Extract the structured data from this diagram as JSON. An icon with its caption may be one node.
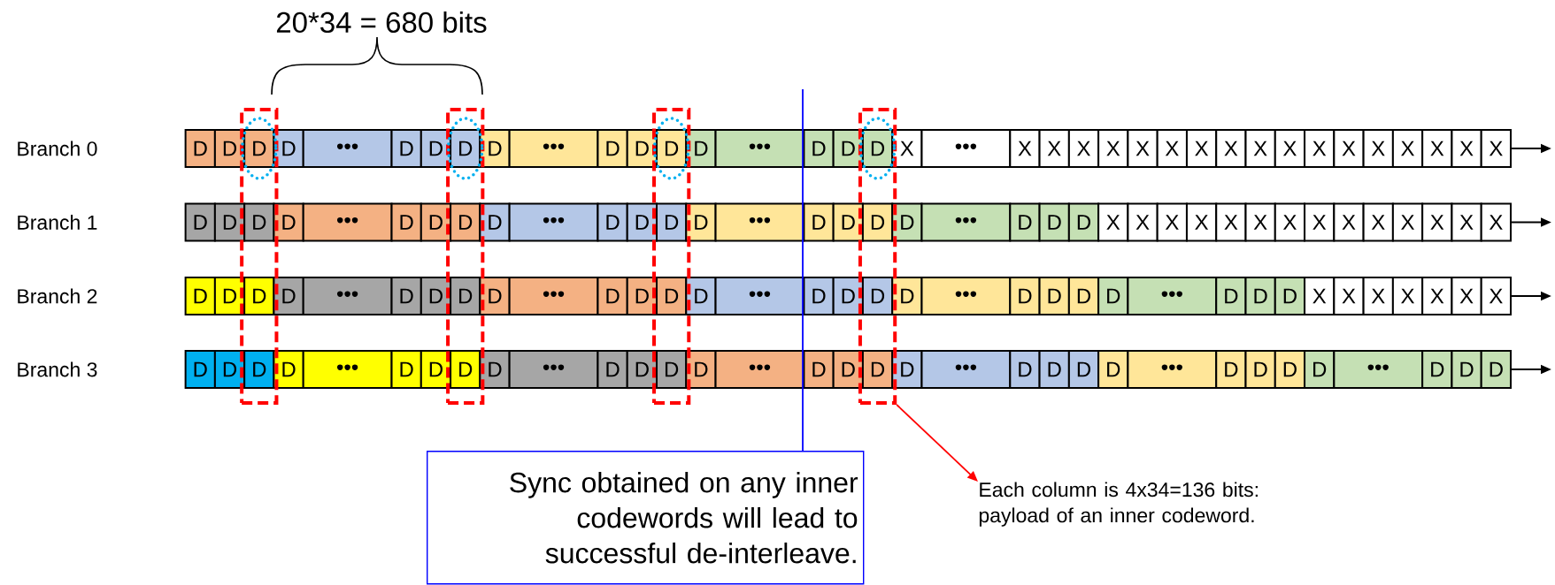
{
  "diagram": {
    "nodes": [
      {
        "text": [],
        "shape": "box"
      },
      {
        "text": [],
        "shape": "box"
      },
      {
        "text": [],
        "shape": "box"
      },
      {
        "text": [],
        "shape": "box"
      },
      {
        "text": [
          "D"
        ]
      },
      {
        "text": [
          "D"
        ]
      },
      {
        "text": [
          "D"
        ],
        "in": 0
      },
      {
        "text": [
          "D"
        ]
      },
      {
        "text": [
          "•••"
        ]
      },
      {
        "text": [
          "D"
        ]
      },
      {
        "text": [
          "D"
        ]
      },
      {
        "text": [
          "D"
        ],
        "in": 1
      },
      {
        "text": [
          "D"
        ]
      },
      {
        "text": [
          "•••"
        ]
      },
      {
        "text": [
          "D"
        ]
      },
      {
        "text": [
          "D"
        ]
      },
      {
        "text": [
          "D"
        ],
        "in": 2
      },
      {
        "text": [
          "D"
        ]
      },
      {
        "text": [
          "•••"
        ]
      },
      {
        "text": [
          "D"
        ]
      },
      {
        "text": [
          "D"
        ]
      },
      {
        "text": [
          "D"
        ],
        "in": 3
      },
      {
        "text": [
          "X"
        ]
      },
      {
        "text": [
          "•••"
        ]
      },
      {
        "text": [
          "X"
        ]
      },
      {
        "text": [
          "X"
        ]
      },
      {
        "text": [
          "X"
        ]
      },
      {
        "text": [
          "X"
        ]
      },
      {
        "text": [
          "X"
        ]
      },
      {
        "text": [
          "X"
        ]
      },
      {
        "text": [
          "X"
        ]
      },
      {
        "text": [
          "X"
        ]
      },
      {
        "text": [
          "X"
        ]
      },
      {
        "text": [
          "X"
        ]
      },
      {
        "text": [
          "X"
        ]
      },
      {
        "text": [
          "X"
        ]
      },
      {
        "text": [
          "X"
        ]
      },
      {
        "text": [
          "X"
        ]
      },
      {
        "text": [
          "X"
        ]
      },
      {
        "text": [
          "X"
        ]
      },
      {
        "text": [
          "X"
        ]
      },
      {
        "text": [
          "D"
        ]
      },
      {
        "text": [
          "D"
        ]
      },
      {
        "text": [
          "D"
        ],
        "in": 0
      },
      {
        "text": [
          "D"
        ]
      },
      {
        "text": [
          "•••"
        ]
      },
      {
        "text": [
          "D"
        ]
      },
      {
        "text": [
          "D"
        ]
      },
      {
        "text": [
          "D"
        ],
        "in": 1
      },
      {
        "text": [
          "D"
        ]
      },
      {
        "text": [
          "•••"
        ]
      },
      {
        "text": [
          "D"
        ]
      },
      {
        "text": [
          "D"
        ]
      },
      {
        "text": [
          "D"
        ],
        "in": 2
      },
      {
        "text": [
          "D"
        ]
      },
      {
        "text": [
          "•••"
        ]
      },
      {
        "text": [
          "D"
        ]
      },
      {
        "text": [
          "D"
        ]
      },
      {
        "text": [
          "D"
        ],
        "in": 3
      },
      {
        "text": [
          "D"
        ]
      },
      {
        "text": [
          "•••"
        ]
      },
      {
        "text": [
          "D"
        ]
      },
      {
        "text": [
          "D"
        ]
      },
      {
        "text": [
          "D"
        ]
      },
      {
        "text": [
          "X"
        ]
      },
      {
        "text": [
          "X"
        ]
      },
      {
        "text": [
          "X"
        ]
      },
      {
        "text": [
          "X"
        ]
      },
      {
        "text": [
          "X"
        ]
      },
      {
        "text": [
          "X"
        ]
      },
      {
        "text": [
          "X"
        ]
      },
      {
        "text": [
          "X"
        ]
      },
      {
        "text": [
          "X"
        ]
      },
      {
        "text": [
          "X"
        ]
      },
      {
        "text": [
          "X"
        ]
      },
      {
        "text": [
          "X"
        ]
      },
      {
        "text": [
          "X"
        ]
      },
      {
        "text": [
          "X"
        ]
      },
      {
        "text": [
          "D"
        ]
      },
      {
        "text": [
          "D"
        ]
      },
      {
        "text": [
          "D"
        ],
        "in": 0
      },
      {
        "text": [
          "D"
        ]
      },
      {
        "text": [
          "•••"
        ]
      },
      {
        "text": [
          "D"
        ]
      },
      {
        "text": [
          "D"
        ]
      },
      {
        "text": [
          "D"
        ],
        "in": 1
      },
      {
        "text": [
          "D"
        ]
      },
      {
        "text": [
          "•••"
        ]
      },
      {
        "text": [
          "D"
        ]
      },
      {
        "text": [
          "D"
        ]
      },
      {
        "text": [
          "D"
        ],
        "in": 2
      },
      {
        "text": [
          "D"
        ]
      },
      {
        "text": [
          "•••"
        ]
      },
      {
        "text": [
          "D"
        ]
      },
      {
        "text": [
          "D"
        ]
      },
      {
        "text": [
          "D"
        ],
        "in": 3
      },
      {
        "text": [
          "D"
        ]
      },
      {
        "text": [
          "•••"
        ]
      },
      {
        "text": [
          "D"
        ]
      },
      {
        "text": [
          "D"
        ]
      },
      {
        "text": [
          "D"
        ]
      },
      {
        "text": [
          "D"
        ]
      },
      {
        "text": [
          "•••"
        ]
      },
      {
        "text": [
          "D"
        ]
      },
      {
        "text": [
          "D"
        ]
      },
      {
        "text": [
          "D"
        ]
      },
      {
        "text": [
          "X"
        ]
      },
      {
        "text": [
          "X"
        ]
      },
      {
        "text": [
          "X"
        ]
      },
      {
        "text": [
          "X"
        ]
      },
      {
        "text": [
          "X"
        ]
      },
      {
        "text": [
          "X"
        ]
      },
      {
        "text": [
          "X"
        ]
      },
      {
        "text": [
          "D"
        ]
      },
      {
        "text": [
          "D"
        ]
      },
      {
        "text": [
          "D"
        ],
        "in": 0
      },
      {
        "text": [
          "D"
        ]
      },
      {
        "text": [
          "•••"
        ]
      },
      {
        "text": [
          "D"
        ]
      },
      {
        "text": [
          "D"
        ]
      },
      {
        "text": [
          "D"
        ],
        "in": 1
      },
      {
        "text": [
          "D"
        ]
      },
      {
        "text": [
          "•••"
        ]
      },
      {
        "text": [
          "D"
        ]
      },
      {
        "text": [
          "D"
        ]
      },
      {
        "text": [
          "D"
        ],
        "in": 2
      },
      {
        "text": [
          "D"
        ]
      },
      {
        "text": [
          "•••"
        ]
      },
      {
        "text": [
          "D"
        ]
      },
      {
        "text": [
          "D"
        ]
      },
      {
        "text": [
          "D"
        ],
        "in": 3
      },
      {
        "text": [
          "D"
        ]
      },
      {
        "text": [
          "•••"
        ]
      },
      {
        "text": [
          "D"
        ]
      },
      {
        "text": [
          "D"
        ]
      },
      {
        "text": [
          "D"
        ]
      },
      {
        "text": [
          "D"
        ]
      },
      {
        "text": [
          "•••"
        ]
      },
      {
        "text": [
          "D"
        ]
      },
      {
        "text": [
          "D"
        ]
      },
      {
        "text": [
          "D"
        ]
      },
      {
        "text": [
          "D"
        ]
      },
      {
        "text": [
          "•••"
        ]
      },
      {
        "text": [
          "D"
        ]
      },
      {
        "text": [
          "D"
        ]
      },
      {
        "text": [
          "D"
        ]
      },
      {
        "text": [
          "Sync obtained on any inner codewords will lead to successful de-interleave."
        ]
      },
      {
        "text": [
          "Each column is 4x34=136 bits: payload of an inner codeword."
        ]
      }
    ],
    "edges": [
      {
        "from": 40,
        "to": null,
        "arrow": "to"
      },
      {
        "from": 77,
        "to": null,
        "arrow": "to"
      },
      {
        "from": 112,
        "to": null,
        "arrow": "to"
      },
      {
        "from": 145,
        "to": null,
        "arrow": "to"
      },
      {
        "from": 3,
        "to": 147,
        "arrow": "to",
        "color": "#ff0000"
      },
      {
        "from": 146,
        "to": null,
        "arrow": "none",
        "color": "#0000ff"
      }
    ],
    "labels": [
      "20*34 = 680 bits",
      "Branch 0",
      "Branch 1",
      "Branch 2",
      "Branch 3"
    ]
  }
}
